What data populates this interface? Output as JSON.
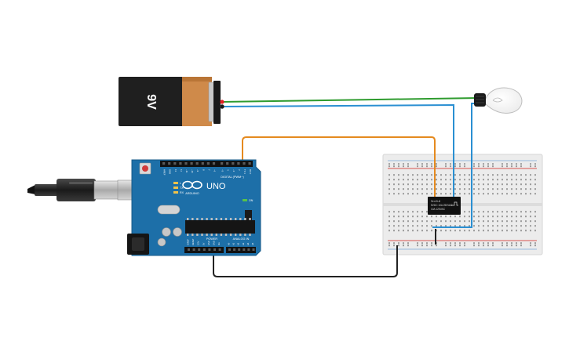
{
  "battery": {
    "label": "9V"
  },
  "arduino": {
    "brand": "ARDUINO",
    "model": "UNO",
    "digital_header": "DIGITAL (PWM~)",
    "power_header": "POWER",
    "analog_header": "ANALOG IN",
    "tx_label": "TX",
    "rx_label": "RX",
    "l_label": "L",
    "on_label": "ON",
    "digital_pins": [
      "AREF",
      "GND",
      "13",
      "12",
      "~11",
      "~10",
      "~9",
      "8",
      "7",
      "~6",
      "~5",
      "4",
      "~3",
      "2",
      "TX 1",
      "RX 0"
    ],
    "power_pins": [
      "IOREF",
      "RESET",
      "3.3V",
      "5V",
      "GND",
      "GND",
      "Vin"
    ],
    "analog_pins": [
      "A0",
      "A1",
      "A2",
      "A3",
      "A4",
      "A5"
    ]
  },
  "relay": {
    "line1": "Srd-5-8",
    "line2": "5VDC 10A 250VAC",
    "line3": "10A 125VAC"
  },
  "colors": {
    "wire_green": "#2e9b2e",
    "wire_blue": "#2a8fd2",
    "wire_orange": "#e58a1f",
    "wire_black": "#222222",
    "arduino_board": "#1d6fa8",
    "battery_copper": "#cf8a4a",
    "breadboard": "#ececec"
  },
  "icons": {
    "battery": "battery-9v-icon",
    "usb_cable": "usb-cable-icon",
    "bulb": "light-bulb-icon",
    "relay": "relay-module-icon",
    "reset": "reset-button-icon",
    "logo": "arduino-infinity-logo"
  }
}
